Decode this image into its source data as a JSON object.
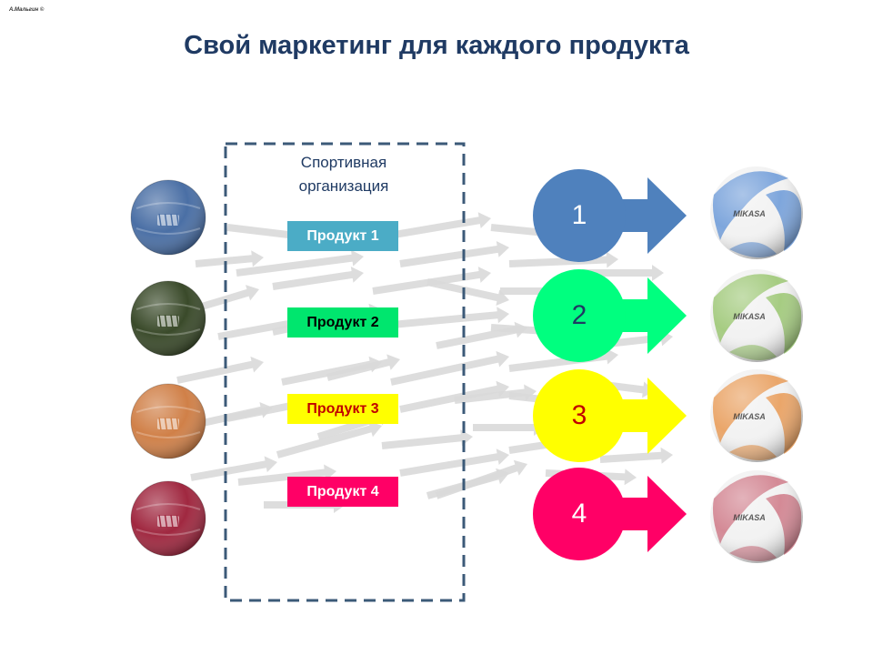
{
  "copyright": "А.Мальгин ©",
  "title": "Свой маркетинг для каждого продукта",
  "organization": {
    "line1": "Спортивная",
    "line2": "организация"
  },
  "products": [
    {
      "label": "Продукт 1",
      "bg": "#4bacc6",
      "fg": "#ffffff"
    },
    {
      "label": "Продукт 2",
      "bg": "#00e66e",
      "fg": "#000000"
    },
    {
      "label": "Продукт 3",
      "bg": "#ffff00",
      "fg": "#c00000"
    },
    {
      "label": "Продукт 4",
      "bg": "#ff0066",
      "fg": "#ffffff"
    }
  ],
  "segments": [
    {
      "number": "1",
      "color": "#4f81bd",
      "text_color": "#ffffff"
    },
    {
      "number": "2",
      "color": "#00ff7f",
      "text_color": "#1f3a63"
    },
    {
      "number": "3",
      "color": "#ffff00",
      "text_color": "#c00000"
    },
    {
      "number": "4",
      "color": "#ff0066",
      "text_color": "#ffffff"
    }
  ],
  "ball_colors": {
    "input": [
      "#4a6fa5",
      "#3a4a2a",
      "#d08048",
      "#a02840"
    ],
    "output": [
      "#7ea6dc",
      "#a6cc82",
      "#eaa66a",
      "#d48a96"
    ]
  },
  "output_ball_brand": "MIKASA",
  "icons": {
    "input_ball": "leather-ball-icon",
    "output_ball": "volleyball-icon",
    "arrow": "arrow-right-icon"
  },
  "colors": {
    "title": "#1f3a63",
    "frame": "#3c5a78",
    "flow_arrow": "#d9d9d9"
  }
}
